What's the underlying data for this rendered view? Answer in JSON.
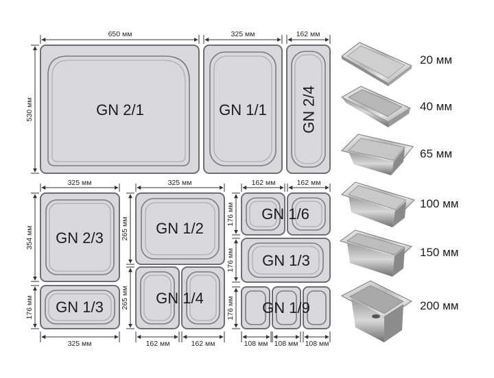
{
  "pans": [
    {
      "id": "gn21",
      "label": "GN 2/1"
    },
    {
      "id": "gn11",
      "label": "GN 1/1"
    },
    {
      "id": "gn24",
      "label": "GN 2/4"
    },
    {
      "id": "gn23",
      "label": "GN 2/3"
    },
    {
      "id": "gn13a",
      "label": "GN 1/3"
    },
    {
      "id": "gn12",
      "label": "GN 1/2"
    },
    {
      "id": "gn14",
      "label": "GN 1/4"
    },
    {
      "id": "gn16",
      "label": "GN 1/6"
    },
    {
      "id": "gn13b",
      "label": "GN 1/3"
    },
    {
      "id": "gn19",
      "label": "GN 1/9"
    }
  ],
  "dimensions": {
    "w650": "650 мм",
    "w325": "325 мм",
    "w162": "162 мм",
    "w108": "108 мм",
    "h530": "530 мм",
    "h354": "354 мм",
    "h265": "265 мм",
    "h176": "176 мм"
  },
  "depths": [
    {
      "label": "20 мм",
      "icon": "shallow-pan-photo"
    },
    {
      "label": "40 мм",
      "icon": "pan-photo"
    },
    {
      "label": "65 мм",
      "icon": "pan-photo"
    },
    {
      "label": "100 мм",
      "icon": "pan-photo"
    },
    {
      "label": "150 мм",
      "icon": "pan-photo"
    },
    {
      "label": "200 мм",
      "icon": "deep-pan-photo"
    }
  ],
  "colors": {
    "pan_fill": "#d9d9dc",
    "pan_stroke": "#6d6d72"
  }
}
